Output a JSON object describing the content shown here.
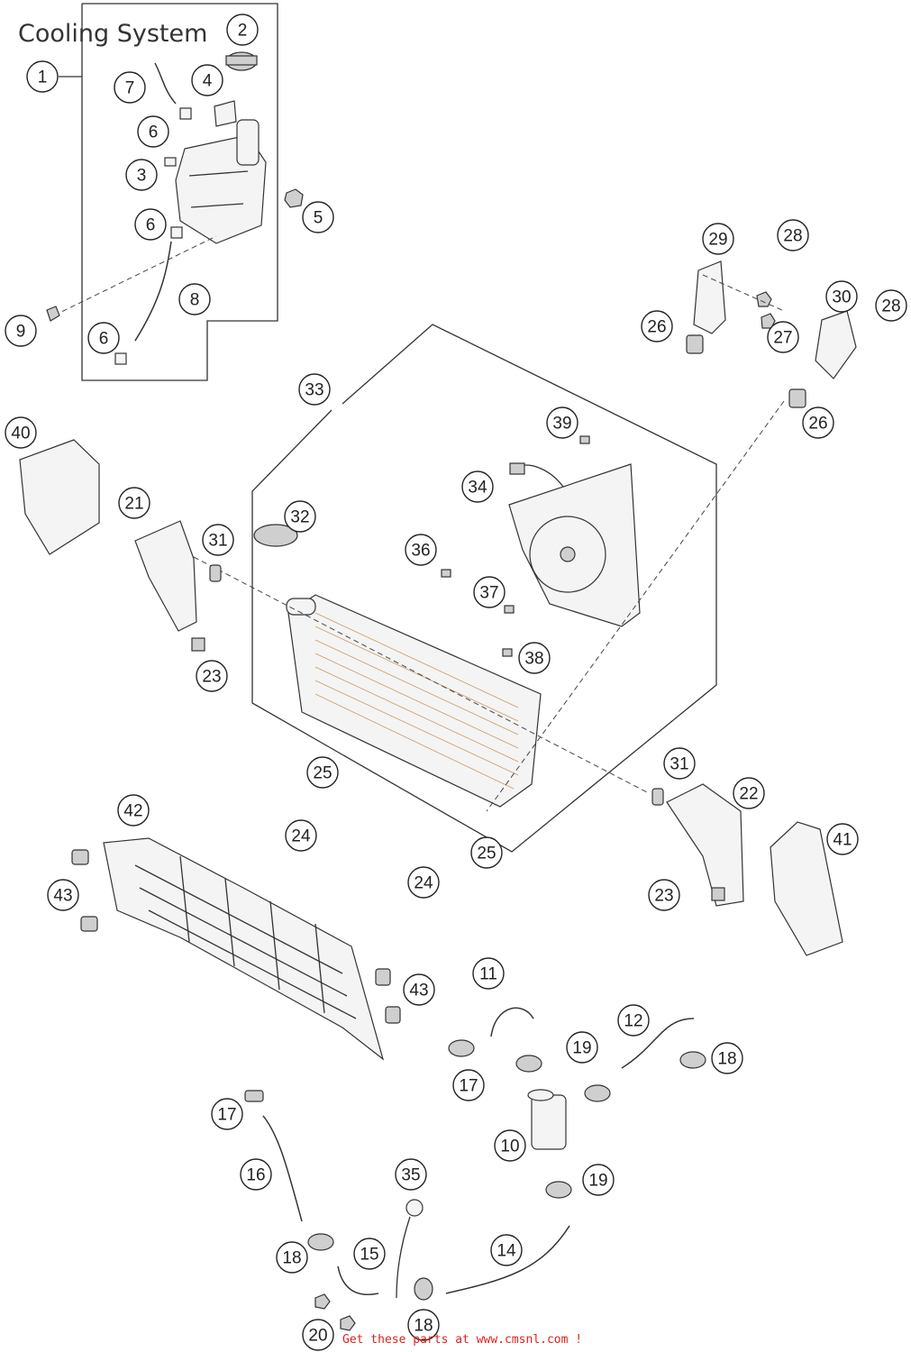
{
  "title": "Cooling System",
  "callouts": [
    {
      "label": "1"
    },
    {
      "label": "2"
    },
    {
      "label": "7"
    },
    {
      "label": "4"
    },
    {
      "label": "6"
    },
    {
      "label": "3"
    },
    {
      "label": "5"
    },
    {
      "label": "6"
    },
    {
      "label": "8"
    },
    {
      "label": "9"
    },
    {
      "label": "6"
    },
    {
      "label": "29"
    },
    {
      "label": "28"
    },
    {
      "label": "30"
    },
    {
      "label": "28"
    },
    {
      "label": "26"
    },
    {
      "label": "27"
    },
    {
      "label": "26"
    },
    {
      "label": "33"
    },
    {
      "label": "40"
    },
    {
      "label": "39"
    },
    {
      "label": "34"
    },
    {
      "label": "21"
    },
    {
      "label": "32"
    },
    {
      "label": "31"
    },
    {
      "label": "36"
    },
    {
      "label": "37"
    },
    {
      "label": "23"
    },
    {
      "label": "38"
    },
    {
      "label": "31"
    },
    {
      "label": "25"
    },
    {
      "label": "22"
    },
    {
      "label": "42"
    },
    {
      "label": "24"
    },
    {
      "label": "25"
    },
    {
      "label": "41"
    },
    {
      "label": "24"
    },
    {
      "label": "23"
    },
    {
      "label": "43"
    },
    {
      "label": "43"
    },
    {
      "label": "11"
    },
    {
      "label": "12"
    },
    {
      "label": "19"
    },
    {
      "label": "18"
    },
    {
      "label": "17"
    },
    {
      "label": "17"
    },
    {
      "label": "10"
    },
    {
      "label": "16"
    },
    {
      "label": "35"
    },
    {
      "label": "19"
    },
    {
      "label": "18"
    },
    {
      "label": "15"
    },
    {
      "label": "14"
    },
    {
      "label": "20"
    },
    {
      "label": "18"
    }
  ],
  "footer": "Get these parts at www.cmsnl.com !"
}
